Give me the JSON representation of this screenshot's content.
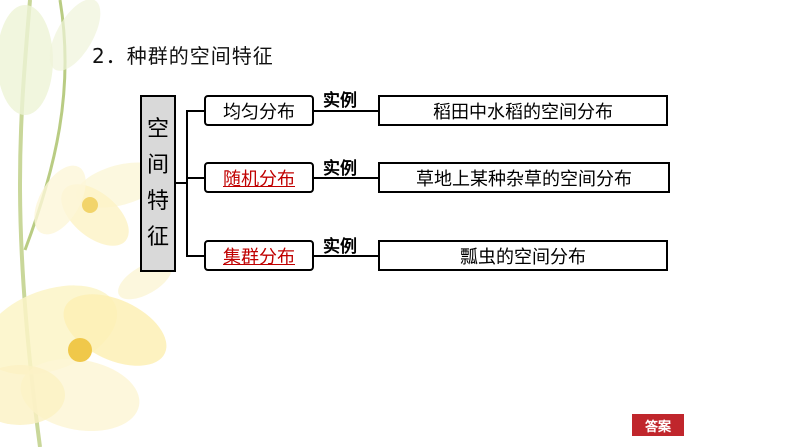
{
  "heading": "2．种群的空间特征",
  "root_chars": [
    "空",
    "间",
    "特",
    "征"
  ],
  "branches": [
    {
      "type": "均匀分布",
      "is_answer": false,
      "relation": "实例",
      "example": "稻田中水稻的空间分布"
    },
    {
      "type": "随机分布",
      "is_answer": true,
      "relation": "实例",
      "example": "草地上某种杂草的空间分布"
    },
    {
      "type": "集群分布",
      "is_answer": true,
      "relation": "实例",
      "example": "瓢虫的空间分布"
    }
  ],
  "answer_button": "答案",
  "colors": {
    "answer_text": "#c00000",
    "root_fill": "#d9d9d9",
    "button": "#c0262c"
  }
}
